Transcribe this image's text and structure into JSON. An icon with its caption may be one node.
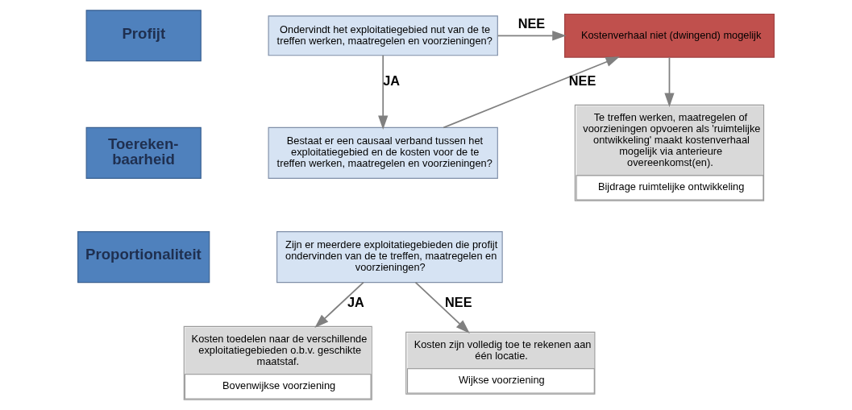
{
  "diagram": {
    "nodes": [
      {
        "text": [
          "Profijt"
        ]
      },
      {
        "text": [
          "Ondervindt het exploitatiegebied nut van de te treffen werken, maatregelen en voorzieningen?"
        ]
      },
      {
        "text": [
          "Toereken- baarheid"
        ]
      },
      {
        "text": [
          "Bestaat er een causaal verband tussen het exploitatiegebied en de kosten voor de te treffen werken, maatregelen en voorzieningen?"
        ]
      },
      {
        "text": [
          "Proportionaliteit"
        ]
      },
      {
        "text": [
          "Zijn er meerdere exploitatiegebieden die profijt ondervinden van de te treffen, maatregelen en voorzieningen?"
        ]
      },
      {
        "text": [
          "Kostenverhaal niet (dwingend) mogelijk"
        ]
      },
      {
        "text": [
          "Te treffen werken, maatregelen of voorzieningen opvoeren als 'ruimtelijke ontwikkeling' maakt kostenverhaal mogelijk via anterieure overeenkomst(en).",
          "Bijdrage ruimtelijke ontwikkeling"
        ]
      },
      {
        "text": [
          "Kosten toedelen naar de verschillende exploitatiegebieden o.b.v. geschikte maatstaf.",
          "Bovenwijkse voorziening"
        ]
      },
      {
        "text": [
          "Kosten zijn volledig toe te rekenen aan één locatie.",
          "Wijkse voorziening"
        ]
      }
    ],
    "edges": [
      {
        "from": 1,
        "to": 6,
        "arrow": "to",
        "label": "NEE"
      },
      {
        "from": 1,
        "to": 3,
        "arrow": "to",
        "label": "JA"
      },
      {
        "from": 3,
        "to": 6,
        "arrow": "to",
        "label": "NEE"
      },
      {
        "from": 5,
        "to": 8,
        "arrow": "to",
        "label": "JA"
      },
      {
        "from": 5,
        "to": 9,
        "arrow": "to",
        "label": "NEE"
      },
      {
        "from": 6,
        "to": 7,
        "arrow": "to"
      }
    ]
  }
}
